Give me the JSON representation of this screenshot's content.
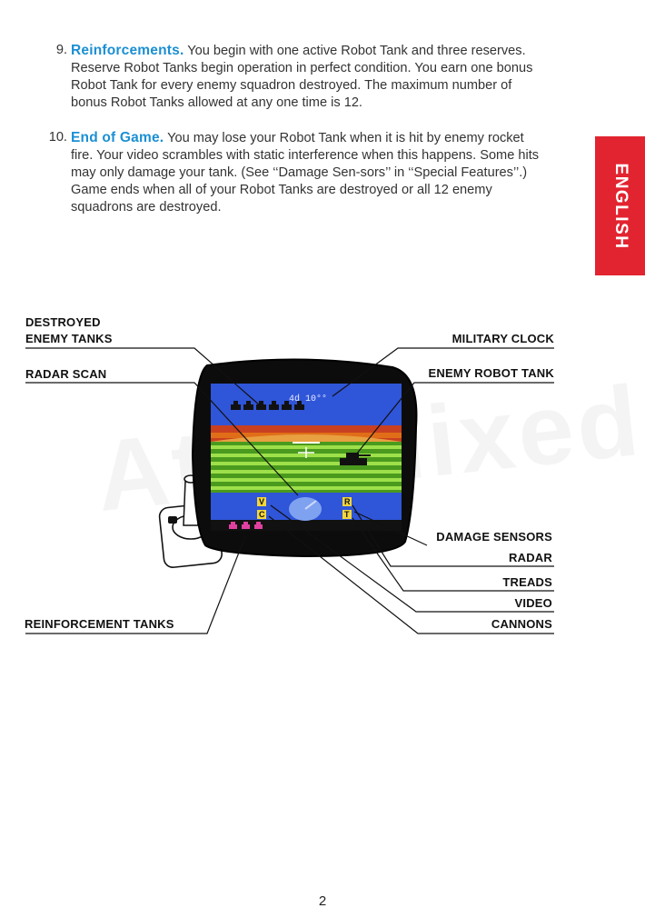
{
  "items": [
    {
      "num": "9.",
      "heading": "Reinforcements.",
      "text": "You begin with one active Robot Tank and three reserves. Reserve Robot Tanks begin operation in perfect condition. You earn one bonus Robot Tank for every enemy squadron destroyed. The maximum number of bonus Robot Tanks allowed at any one time is 12."
    },
    {
      "num": "10.",
      "heading": "End of Game.",
      "text": "You may lose your Robot Tank when it is hit by enemy rocket fire. Your video scrambles with static interference when this happens. Some hits may only damage your tank. (See ‘‘Damage Sen-sors’’ in ‘‘Special Features’’.) Game ends when all of your Robot Tanks are destroyed or all 12 enemy squadrons are destroyed."
    }
  ],
  "side_tab": "ENGLISH",
  "labels": {
    "destroyed_1": "DESTROYED",
    "destroyed_2": "ENEMY TANKS",
    "radar_scan": "RADAR SCAN",
    "military_clock": "MILITARY CLOCK",
    "enemy_robot_tank": "ENEMY ROBOT TANK",
    "damage_sensors": "DAMAGE SENSORS",
    "radar": "RADAR",
    "treads": "TREADS",
    "video": "VIDEO",
    "cannons": "CANNONS",
    "reinforcement_tanks": "REINFORCEMENT TANKS"
  },
  "screen": {
    "clock": "4d 10°°",
    "sensor_v": "V",
    "sensor_c": "C",
    "sensor_r": "R",
    "sensor_t": "T"
  },
  "watermark": "AtariMixed",
  "page_number": "2",
  "colors": {
    "heading": "#1c8fd3",
    "tab": "#e22430",
    "sensor": "#f4d63a"
  }
}
